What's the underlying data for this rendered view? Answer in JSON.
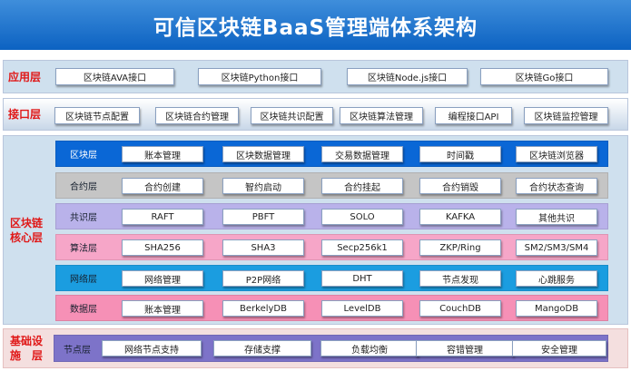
{
  "title": "可信区块链BaaS管理端体系架构",
  "application_layer": {
    "label": "应用层",
    "items": [
      "区块链AVA接口",
      "区块链Python接口",
      "区块链Node.js接口",
      "区块链Go接口"
    ]
  },
  "interface_layer": {
    "label": "接口层",
    "items": [
      "区块链节点配置",
      "区块链合约管理",
      "区块链共识配置",
      "区块链算法管理",
      "编程接口API",
      "区块链监控管理"
    ]
  },
  "core_layer": {
    "label_line1": "区块链",
    "label_line2": "核心层",
    "sublayers": [
      {
        "label": "区块层",
        "items": [
          "账本管理",
          "区块数据管理",
          "交易数据管理",
          "时间戳",
          "区块链浏览器"
        ]
      },
      {
        "label": "合约层",
        "items": [
          "合约创建",
          "智约启动",
          "合约挂起",
          "合约销毁",
          "合约状态查询"
        ]
      },
      {
        "label": "共识层",
        "items": [
          "RAFT",
          "PBFT",
          "SOLO",
          "KAFKA",
          "其他共识"
        ]
      },
      {
        "label": "算法层",
        "items": [
          "SHA256",
          "SHA3",
          "Secp256k1",
          "ZKP/Ring",
          "SM2/SM3/SM4"
        ]
      },
      {
        "label": "网络层",
        "items": [
          "网络管理",
          "P2P网络",
          "DHT",
          "节点发现",
          "心跳服务"
        ]
      },
      {
        "label": "数据层",
        "items": [
          "账本管理",
          "BerkelyDB",
          "LevelDB",
          "CouchDB",
          "MangoDB"
        ]
      }
    ]
  },
  "infrastructure_layer": {
    "label_line1": "基础设",
    "label_line2": "施　层",
    "node_layer": {
      "label": "节点层",
      "items": [
        "网络节点支持",
        "存储支撑",
        "负载均衡",
        "容错管理",
        "安全管理"
      ]
    }
  }
}
